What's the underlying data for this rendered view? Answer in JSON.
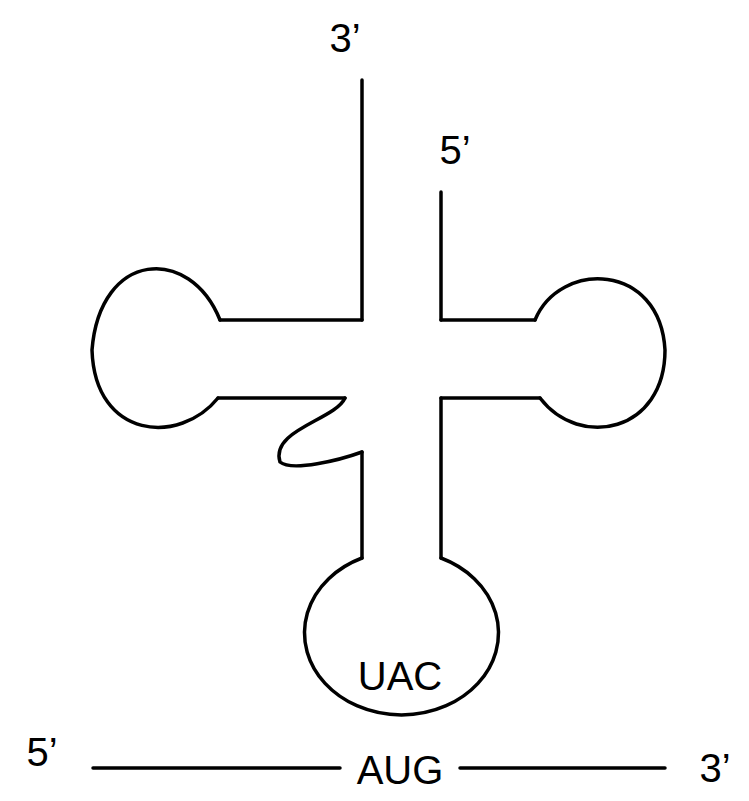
{
  "diagram": {
    "labels": [
      "3’",
      "5’",
      "UAC",
      "5’",
      "AUG",
      "3’"
    ]
  }
}
